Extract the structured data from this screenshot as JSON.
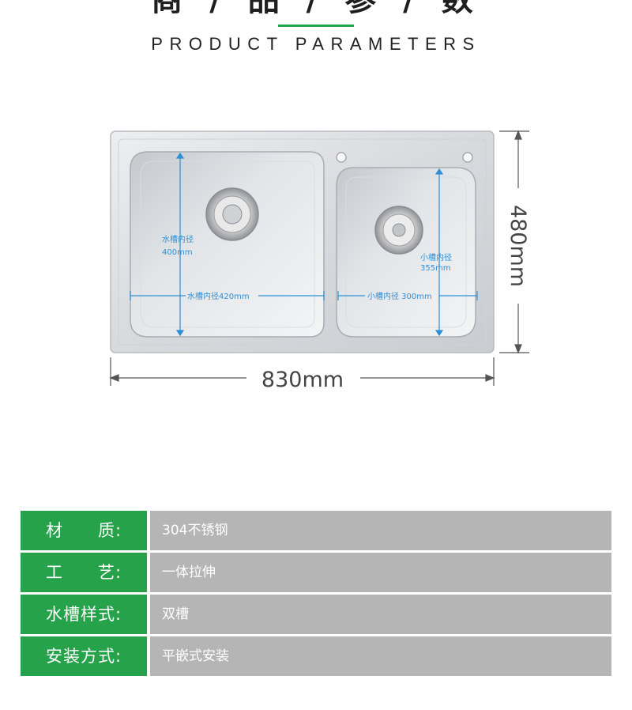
{
  "header": {
    "title_cn": "商 / 品 / 参 / 数",
    "title_en": "PRODUCT PARAMETERS"
  },
  "diagram": {
    "width_label": "830mm",
    "height_label": "480mm",
    "big_basin_depth_label_line1": "水槽内径",
    "big_basin_depth_label_line2": "400mm",
    "big_basin_width_label": "水槽内径420mm",
    "small_basin_depth_label_line1": "小槽内径",
    "small_basin_depth_label_line2": "355mm",
    "small_basin_width_label": "小槽内径 300mm"
  },
  "specs": [
    {
      "label": "材　　质:",
      "value": "304不锈钢"
    },
    {
      "label": "工　　艺:",
      "value": "一体拉伸"
    },
    {
      "label": "水槽样式:",
      "value": "双槽"
    },
    {
      "label": "安装方式:",
      "value": "平嵌式安装"
    }
  ],
  "colors": {
    "accent_green": "#26a24a",
    "value_gray": "#b5b5b5",
    "dimension_blue": "#2f8fd6"
  }
}
